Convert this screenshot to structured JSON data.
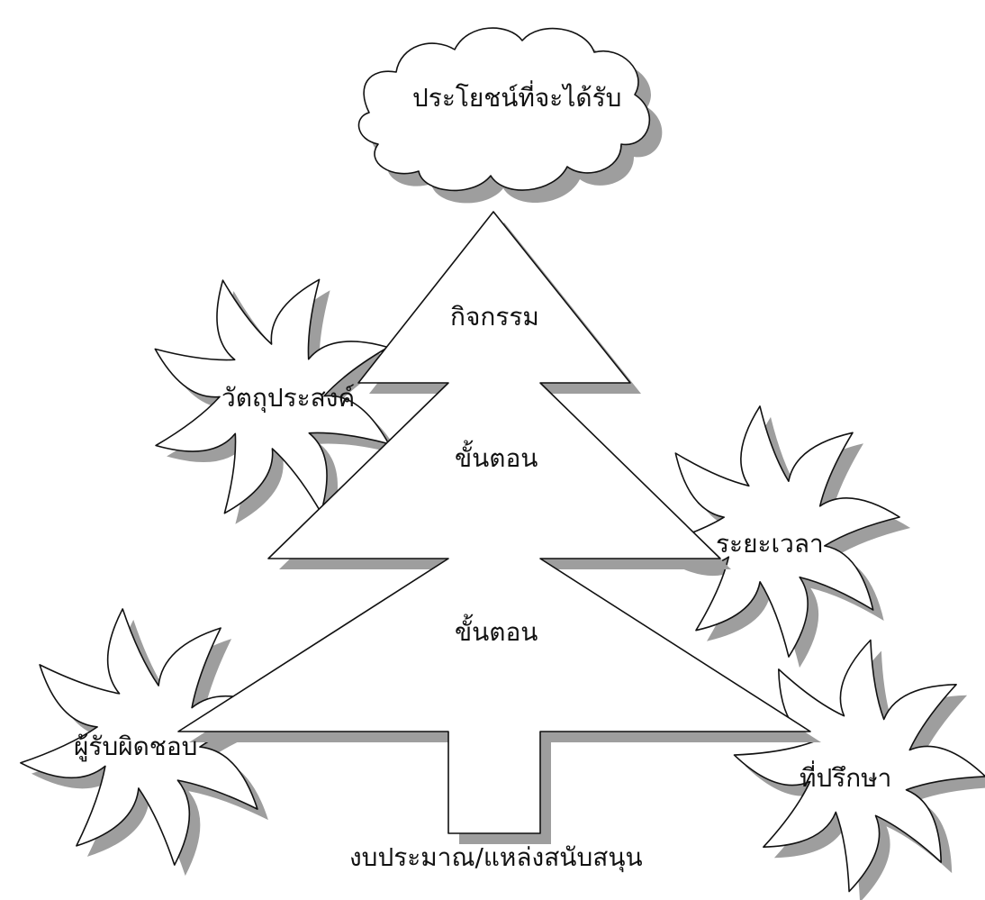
{
  "diagram": {
    "benefit": "ประโยชน์ที่จะได้รับ",
    "activity": "กิจกรรม",
    "step_1": "ขั้นตอน",
    "step_2": "ขั้นตอน",
    "objective": "วัตถุประสงค์",
    "duration": "ระยะเวลา",
    "responsible": "ผู้รับผิดชอบ",
    "advisor": "ที่ปรึกษา",
    "budget": "งบประมาณ/แหล่งสนับสนุน"
  },
  "colors": {
    "shadow": "#9e9e9e",
    "outline": "#111111",
    "fill": "#ffffff"
  }
}
